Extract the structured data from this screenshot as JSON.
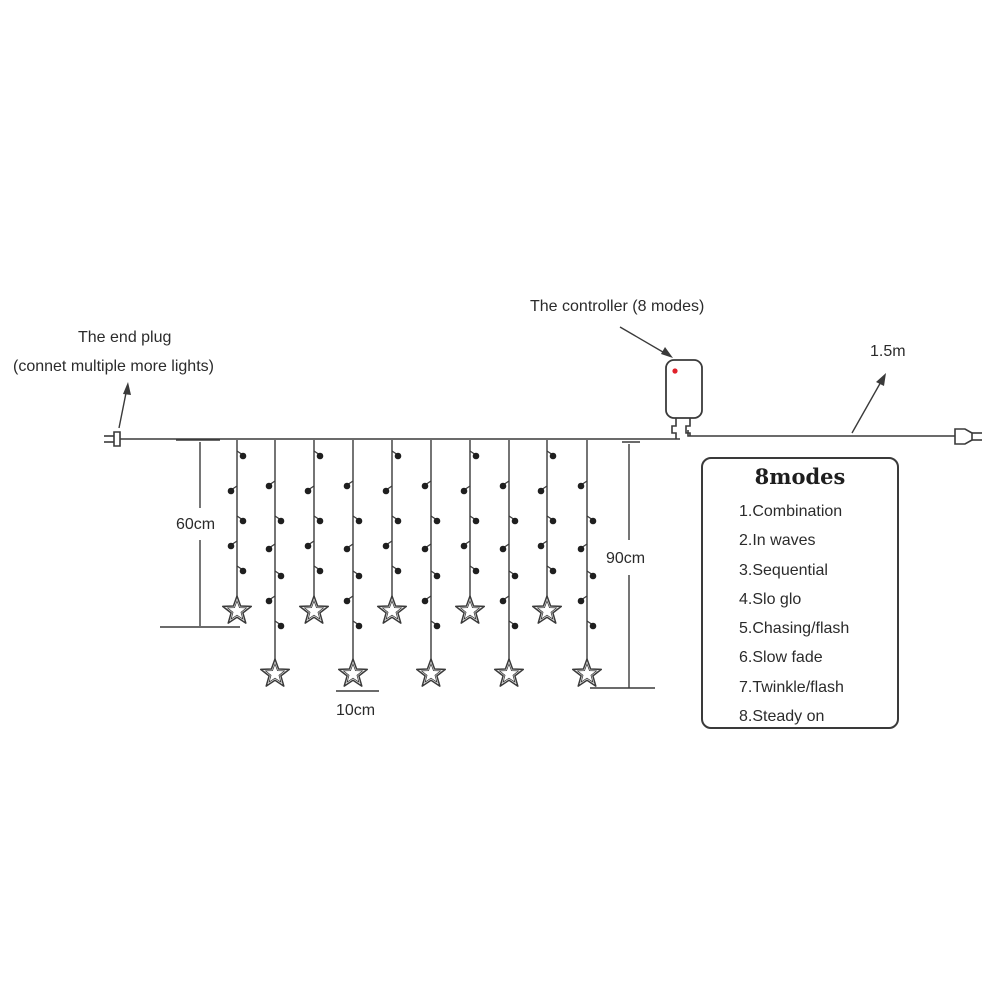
{
  "labels": {
    "end_plug_title": "The end plug",
    "end_plug_subtitle": "(connet multiple more lights)",
    "controller": "The controller (8 modes)",
    "cable_length": "1.5m",
    "short_drop": "60cm",
    "long_drop": "90cm",
    "spacing": "10cm"
  },
  "modes": {
    "title": "8modes",
    "items": [
      "1.Combination",
      "2.In waves",
      "3.Sequential",
      "4.Slo glo",
      "5.Chasing/flash",
      "6.Slow fade",
      "7.Twinkle/flash",
      "8.Steady on"
    ]
  },
  "colors": {
    "line": "#3a3a3a",
    "controller_led": "#e0202a",
    "text": "#2b2b2b"
  },
  "icons": {
    "end_plug": "end-plug-icon",
    "power_plug": "power-plug-icon",
    "controller": "controller-box-icon",
    "star": "star-icon",
    "bulb": "bulb-icon"
  }
}
